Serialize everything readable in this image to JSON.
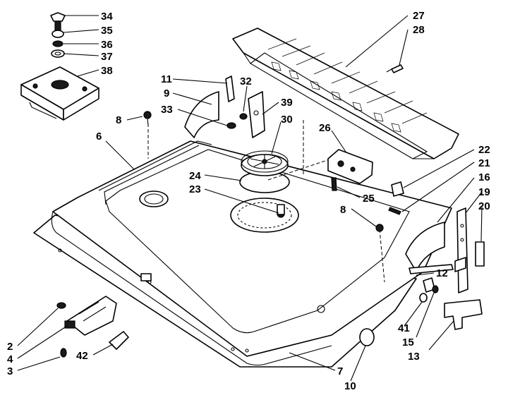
{
  "diagram": {
    "type": "exploded-parts-diagram",
    "colors": {
      "line": "#000000",
      "background": "#ffffff"
    },
    "callouts": [
      {
        "id": "c34",
        "label": "34"
      },
      {
        "id": "c35",
        "label": "35"
      },
      {
        "id": "c36",
        "label": "36"
      },
      {
        "id": "c37",
        "label": "37"
      },
      {
        "id": "c38",
        "label": "38"
      },
      {
        "id": "c27",
        "label": "27"
      },
      {
        "id": "c28",
        "label": "28"
      },
      {
        "id": "c11",
        "label": "11"
      },
      {
        "id": "c32",
        "label": "32"
      },
      {
        "id": "c9",
        "label": "9"
      },
      {
        "id": "c39",
        "label": "39"
      },
      {
        "id": "c33",
        "label": "33"
      },
      {
        "id": "c30",
        "label": "30"
      },
      {
        "id": "c8a",
        "label": "8"
      },
      {
        "id": "c6",
        "label": "6"
      },
      {
        "id": "c26",
        "label": "26"
      },
      {
        "id": "c22",
        "label": "22"
      },
      {
        "id": "c21",
        "label": "21"
      },
      {
        "id": "c16",
        "label": "16"
      },
      {
        "id": "c24",
        "label": "24"
      },
      {
        "id": "c23",
        "label": "23"
      },
      {
        "id": "c25",
        "label": "25"
      },
      {
        "id": "c19",
        "label": "19"
      },
      {
        "id": "c20",
        "label": "20"
      },
      {
        "id": "c8b",
        "label": "8"
      },
      {
        "id": "c12",
        "label": "12"
      },
      {
        "id": "c41",
        "label": "41"
      },
      {
        "id": "c15",
        "label": "15"
      },
      {
        "id": "c13",
        "label": "13"
      },
      {
        "id": "c2",
        "label": "2"
      },
      {
        "id": "c4",
        "label": "4"
      },
      {
        "id": "c3",
        "label": "3"
      },
      {
        "id": "c42",
        "label": "42"
      },
      {
        "id": "c7",
        "label": "7"
      },
      {
        "id": "c10",
        "label": "10"
      }
    ]
  }
}
